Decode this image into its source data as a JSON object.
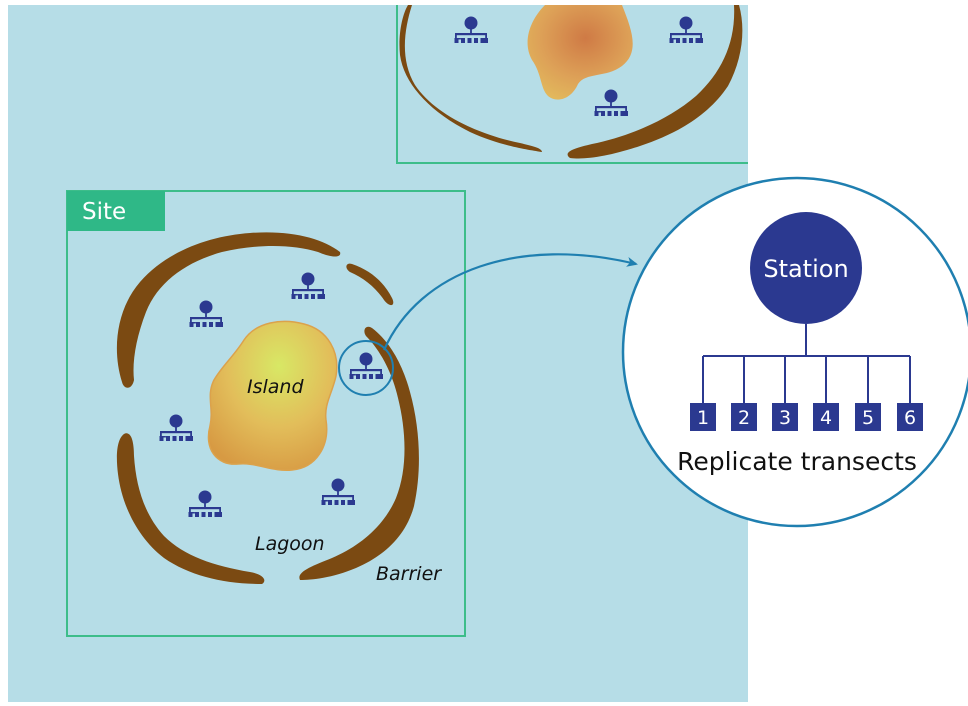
{
  "labels": {
    "site": "Site",
    "island": "Island",
    "lagoon": "Lagoon",
    "barrier": "Barrier",
    "station": "Station",
    "replicate_transects": "Replicate transects"
  },
  "transect_numbers": [
    "1",
    "2",
    "3",
    "4",
    "5",
    "6"
  ],
  "icons": {
    "station_marker": "station-marker-icon"
  },
  "colors": {
    "water": "#b6dde7",
    "reef": "#7b4a12",
    "site_border": "#3dbd8a",
    "site_tag": "#2fb887",
    "station": "#2b3990",
    "connector": "#1f7fb0",
    "island_edge": "#d9a24a",
    "island_core": "#d2e062"
  }
}
